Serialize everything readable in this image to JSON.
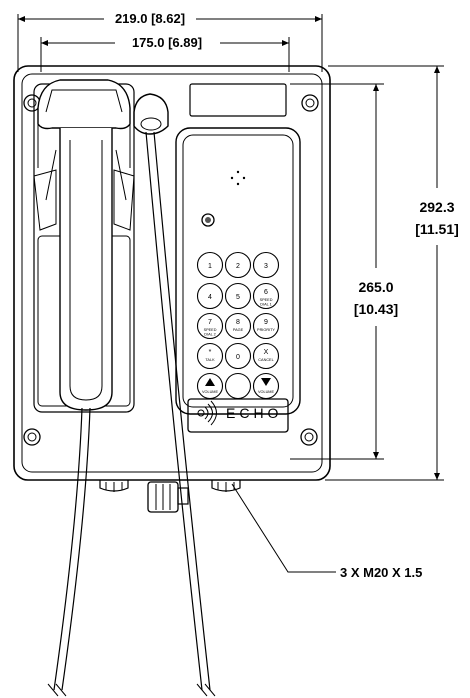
{
  "dimensions": {
    "overall_width": "219.0 [8.62]",
    "mount_width": "175.0 [6.89]",
    "overall_height_mm": "292.3",
    "overall_height_in": "[11.51]",
    "mount_height_mm": "265.0",
    "mount_height_in": "[10.43]",
    "gland_callout": "3 X M20 X 1.5"
  },
  "keypad": {
    "keys": [
      {
        "main": "1",
        "sub1": "",
        "sub2": ""
      },
      {
        "main": "2",
        "sub1": "",
        "sub2": ""
      },
      {
        "main": "3",
        "sub1": "",
        "sub2": ""
      },
      {
        "main": "4",
        "sub1": "",
        "sub2": ""
      },
      {
        "main": "5",
        "sub1": "",
        "sub2": ""
      },
      {
        "main": "6",
        "sub1": "SPEED",
        "sub2": "DIAL 1"
      },
      {
        "main": "7",
        "sub1": "SPEED",
        "sub2": "DIAL 2"
      },
      {
        "main": "8",
        "sub1": "PAGE",
        "sub2": ""
      },
      {
        "main": "9",
        "sub1": "PRIORITY",
        "sub2": ""
      },
      {
        "main": "*",
        "sub1": "TALK",
        "sub2": ""
      },
      {
        "main": "0",
        "sub1": "",
        "sub2": ""
      },
      {
        "main": "X",
        "sub1": "CANCEL",
        "sub2": ""
      },
      {
        "main": "",
        "sub1": "VOLUME",
        "sub2": "",
        "arrow": "up"
      },
      {
        "main": "",
        "sub1": "",
        "sub2": ""
      },
      {
        "main": "",
        "sub1": "VOLUME",
        "sub2": "",
        "arrow": "down"
      }
    ]
  },
  "brand": "ECHO"
}
